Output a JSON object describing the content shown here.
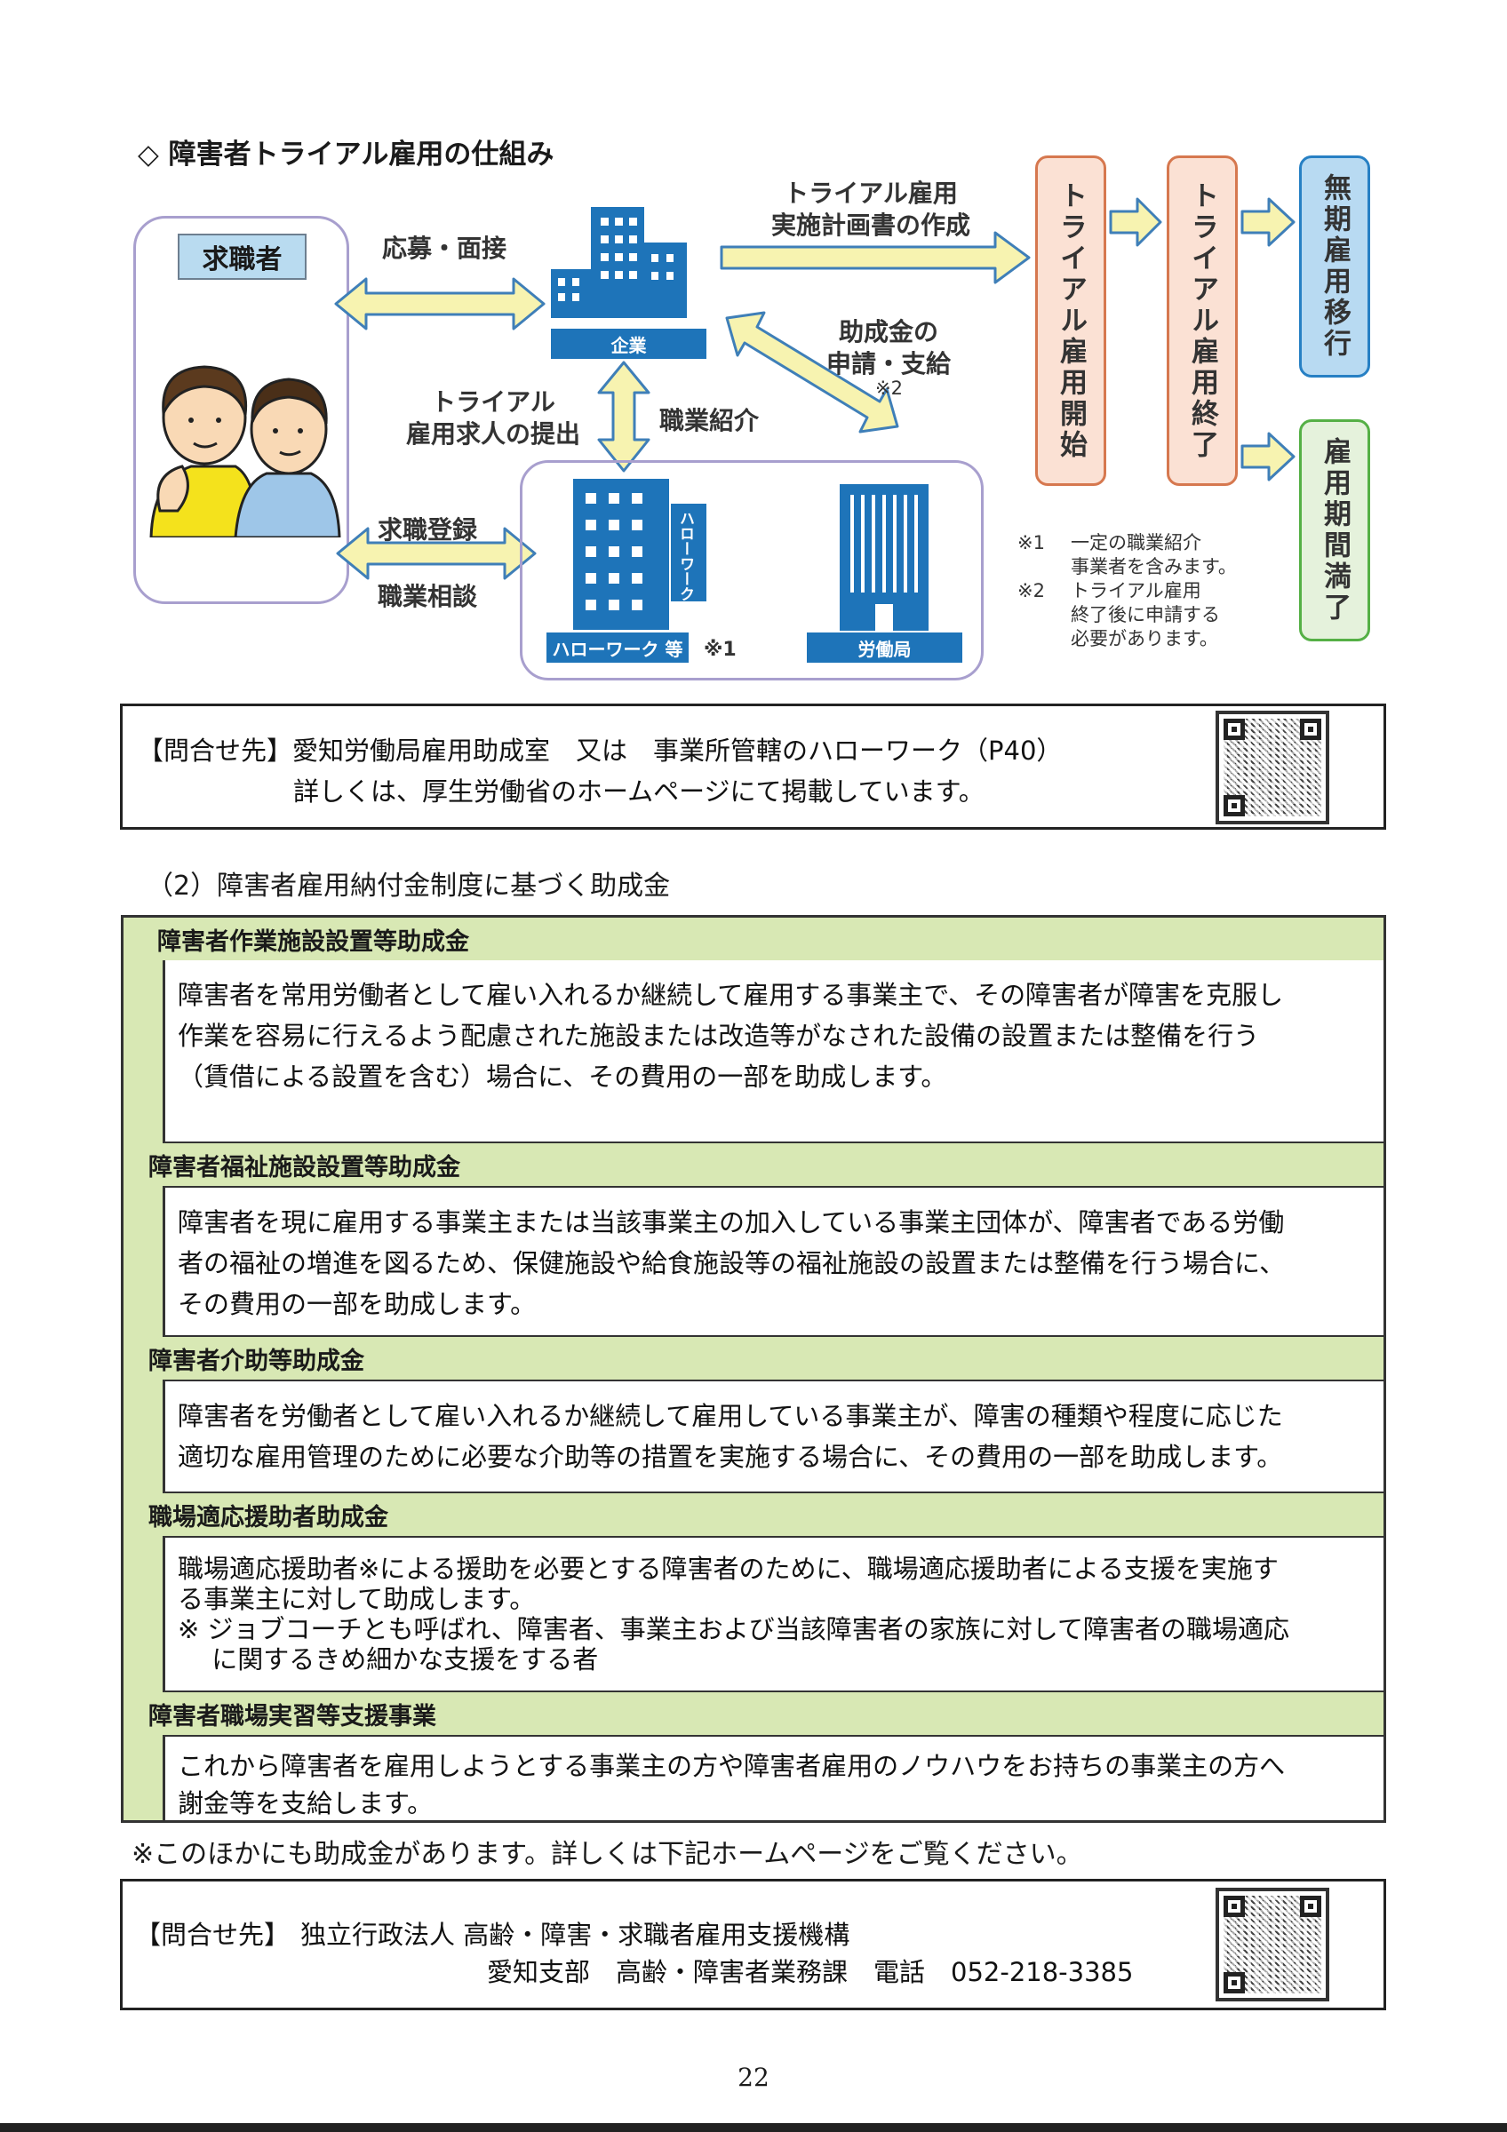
{
  "diagram": {
    "title": "◇ 障害者トライアル雇用の仕組み",
    "job_seeker": "求職者",
    "apply_interview": "応募・面接",
    "company": "企業",
    "trial_plan": [
      "トライアル雇用",
      "実施計画書の作成"
    ],
    "subsidy_application": [
      "助成金の",
      "申請・支給"
    ],
    "subsidy_note_mark": "※2",
    "trial_job_offer": [
      "トライアル",
      "雇用求人の提出"
    ],
    "job_referral": "職業紹介",
    "job_registration": "求職登録",
    "job_consultation": "職業相談",
    "hellowork_sign": "ハローワーク",
    "hellowork_label": "ハローワーク 等",
    "hellowork_note_mark": "※1",
    "labor_bureau": "労働局",
    "trial_start": "トライアル雇用開始",
    "trial_end": "トライアル雇用終了",
    "permanent": "無期雇用移行",
    "expiry": "雇用期間満了",
    "notes": [
      {
        "mark": "※1",
        "lines": [
          "一定の職業紹介",
          "事業者を含みます。"
        ]
      },
      {
        "mark": "※2",
        "lines": [
          "トライアル雇用",
          "終了後に申請する",
          "必要があります。"
        ]
      }
    ],
    "colors": {
      "building": "#1e74b9",
      "arrow_fill": "#f7f3b0",
      "arrow_stroke": "#3f7fb8",
      "frame": "#a89fce"
    }
  },
  "contact1": {
    "label": "【問合せ先】",
    "line1": "愛知労働局雇用助成室　又は　事業所管轄のハローワーク（P40）",
    "line2": "詳しくは、厚生労働省のホームページにて掲載しています。"
  },
  "section2": {
    "heading": "（2）障害者雇用納付金制度に基づく助成金",
    "items": [
      {
        "title": "障害者作業施設設置等助成金",
        "lines": [
          " 障害者を常用労働者として雇い入れるか継続して雇用する事業主で、その障害者が障害を克服し",
          "作業を容易に行えるよう配慮された施設または改造等がなされた設備の設置または整備を行う",
          "（賃借による設置を含む）場合に、その費用の一部を助成します。"
        ]
      },
      {
        "title": "障害者福祉施設設置等助成金",
        "lines": [
          "障害者を現に雇用する事業主または当該事業主の加入している事業主団体が、障害者である労働",
          "者の福祉の増進を図るため、保健施設や給食施設等の福祉施設の設置または整備を行う場合に、",
          "その費用の一部を助成します。"
        ]
      },
      {
        "title": "障害者介助等助成金",
        "lines": [
          "障害者を労働者として雇い入れるか継続して雇用している事業主が、障害の種類や程度に応じた",
          "適切な雇用管理のために必要な介助等の措置を実施する場合に、その費用の一部を助成します。"
        ]
      },
      {
        "title": "職場適応援助者助成金",
        "lines": [
          "職場適応援助者※による援助を必要とする障害者のために、職場適応援助者による支援を実施す",
          "る事業主に対して助成します。",
          "※ ジョブコーチとも呼ばれ、障害者、事業主および当該障害者の家族に対して障害者の職場適応",
          "　 に関するきめ細かな支援をする者"
        ]
      },
      {
        "title": "障害者職場実習等支援事業",
        "lines": [
          "これから障害者を雇用しようとする事業主の方や障害者雇用のノウハウをお持ちの事業主の方へ",
          "謝金等を支給します。"
        ]
      }
    ],
    "footnote": "※このほかにも助成金があります。詳しくは下記ホームページをご覧ください。"
  },
  "contact2": {
    "label": "【問合せ先】",
    "line1": "独立行政法人 高齢・障害・求職者雇用支援機構",
    "line2": "愛知支部　高齢・障害者業務課　電話　052-218-3385"
  },
  "page_number": "22"
}
